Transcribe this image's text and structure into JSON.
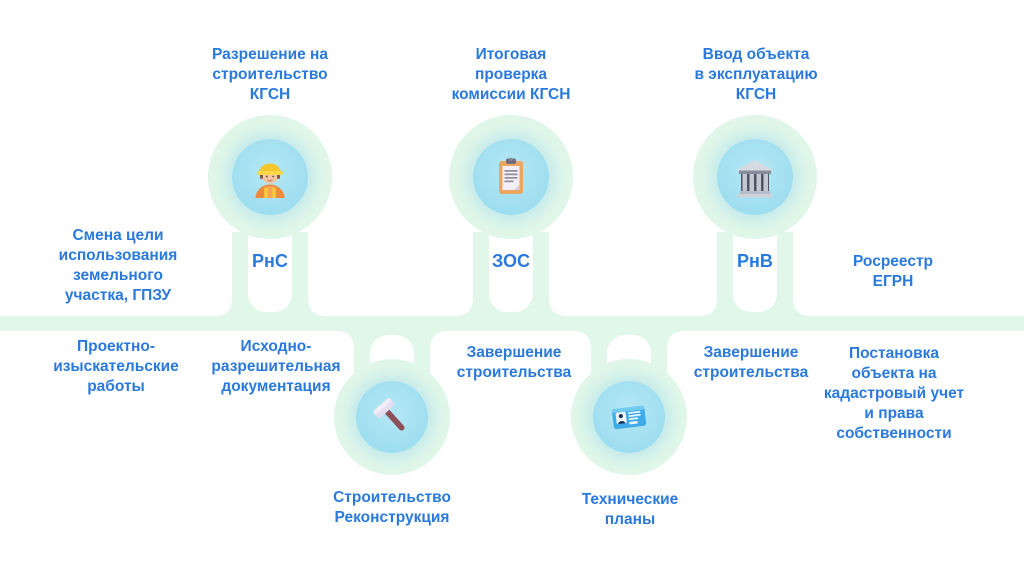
{
  "diagram": {
    "stages_top": [
      {
        "heading": "Разрешение на\nстроительство\nКГСН",
        "node_label": "РнС",
        "icon": "construction-worker"
      },
      {
        "heading": "Итоговая\nпроверка\nкомиссии КГСН",
        "node_label": "ЗОС",
        "icon": "clipboard"
      },
      {
        "heading": "Ввод объекта\nв эксплуатацию\nКГСН",
        "node_label": "РнВ",
        "icon": "bank-building"
      }
    ],
    "stages_bottom": [
      {
        "label": "Строительство\nРеконструкция",
        "icon": "hammer"
      },
      {
        "label": "Технические\nпланы",
        "icon": "id-card"
      }
    ],
    "side_notes": {
      "left": "Смена цели\nиспользования\nземельного\nучастка, ГПЗУ",
      "right": "Росреестр\nЕГРН"
    },
    "band_notes": [
      "Проектно-\nизыскательские\nработы",
      "Исходно-\nразрешительная\nдокументация",
      "Завершение\nстроительства",
      "Завершение\nстроительства",
      "Постановка\nобъекта на\nкадастровый учет\nи права\nсобственности"
    ],
    "colors": {
      "text_blue": "#2a79dd",
      "timeline_mint": "#e1f7e9",
      "node_inner_blue": "#a3e0f1",
      "background": "#ffffff"
    }
  }
}
